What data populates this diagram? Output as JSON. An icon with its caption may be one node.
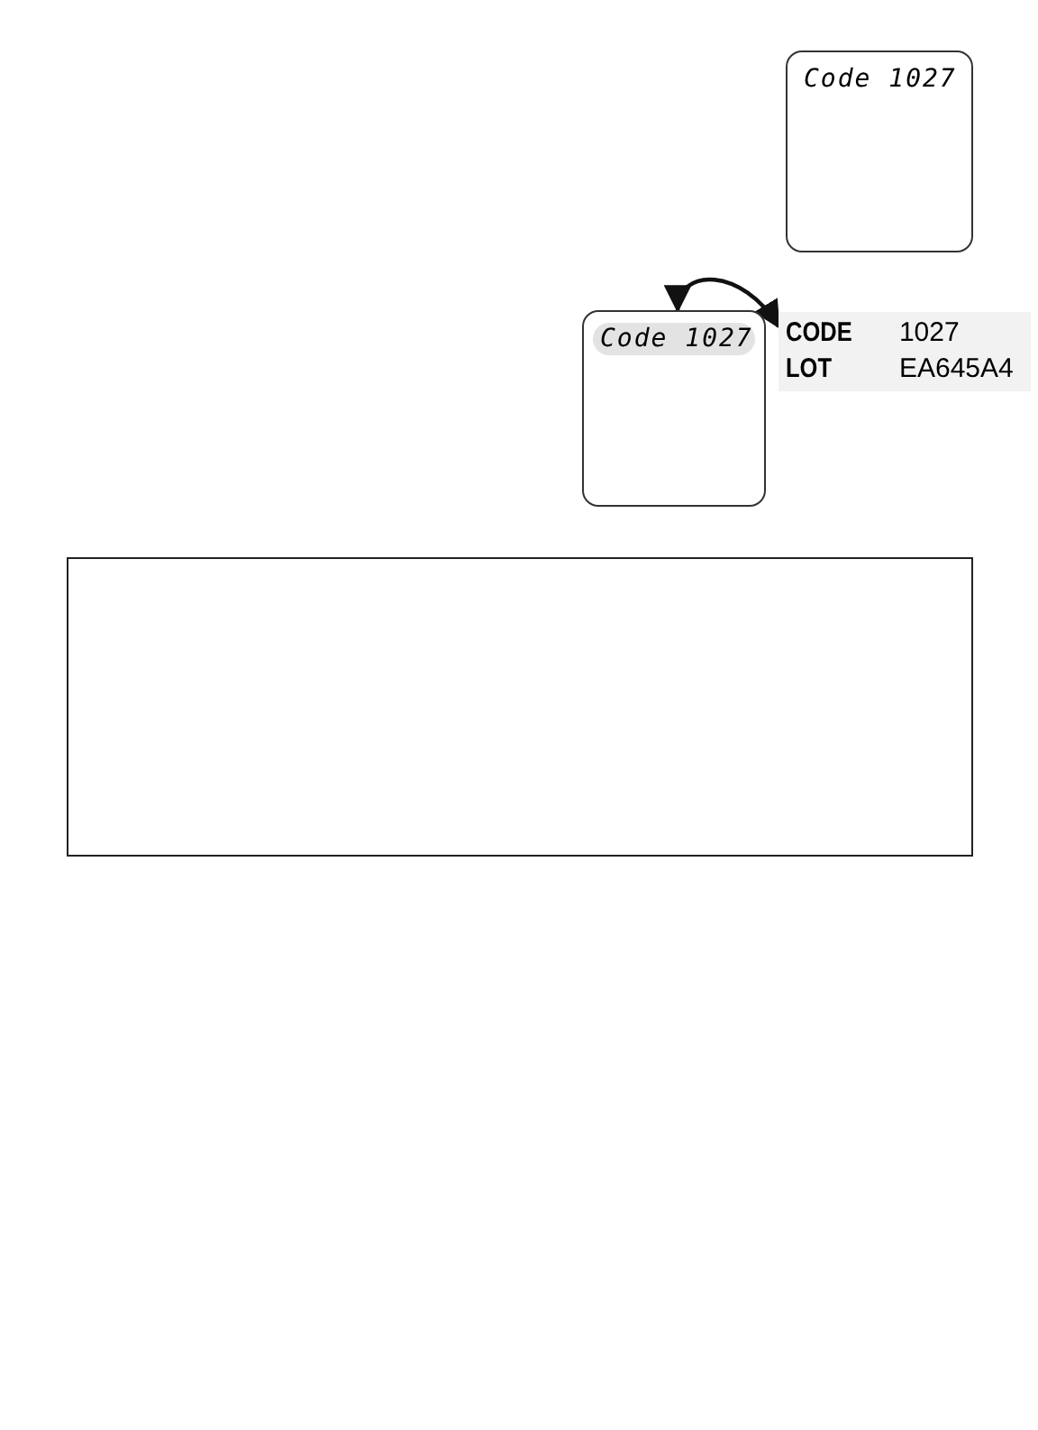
{
  "diagram": {
    "nodes": [
      {
        "text": [
          "Code 1027"
        ]
      },
      {
        "text": [
          "Code 1027"
        ]
      },
      {
        "text": [
          "CODE",
          "1027",
          "LOT",
          "EA645A4"
        ]
      },
      {
        "text": [],
        "shape": "box"
      }
    ],
    "edges": [
      {
        "from": 1,
        "to": 2,
        "arrow": "both"
      }
    ]
  }
}
